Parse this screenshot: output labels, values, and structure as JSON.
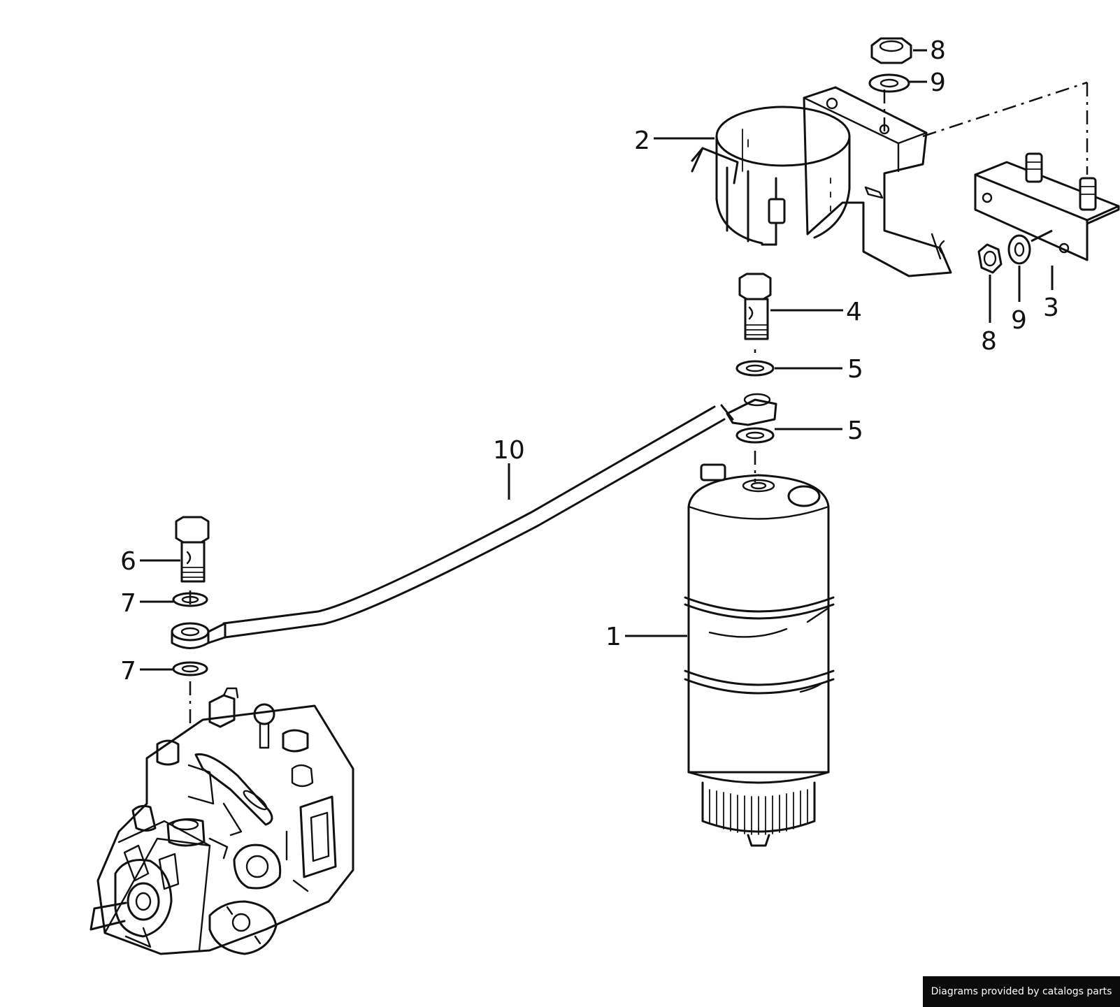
{
  "callouts": {
    "c1": "1",
    "c2": "2",
    "c3": "3",
    "c4": "4",
    "c5a": "5",
    "c5b": "5",
    "c6": "6",
    "c7a": "7",
    "c7b": "7",
    "c8a": "8",
    "c8b": "8",
    "c9a": "9",
    "c9b": "9",
    "c10": "10"
  },
  "footer": {
    "text": "Diagrams provided by catalogs parts"
  }
}
